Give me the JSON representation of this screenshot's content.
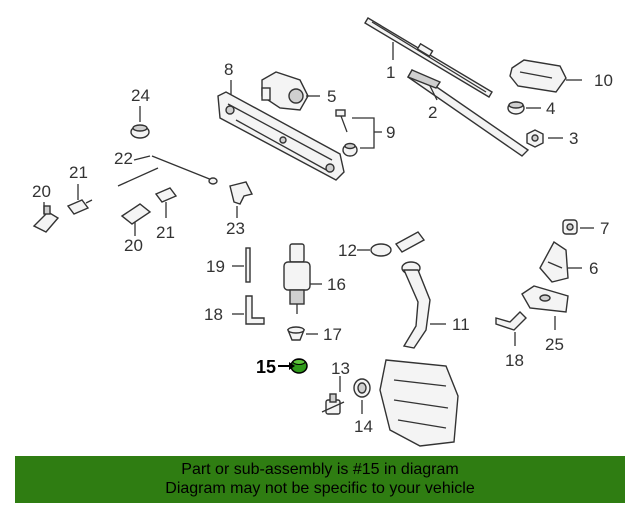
{
  "diagram": {
    "callouts": {
      "n1": "1",
      "n2": "2",
      "n3": "3",
      "n4": "4",
      "n5": "5",
      "n6": "6",
      "n7": "7",
      "n8": "8",
      "n9": "9",
      "n10": "10",
      "n11": "11",
      "n12": "12",
      "n13": "13",
      "n14": "14",
      "n15": "15",
      "n16": "16",
      "n17": "17",
      "n18a": "18",
      "n18b": "18",
      "n19": "19",
      "n20a": "20",
      "n20b": "20",
      "n21a": "21",
      "n21b": "21",
      "n22": "22",
      "n23": "23",
      "n24": "24",
      "n25": "25"
    },
    "highlight_color": "#2f9a1a"
  },
  "banner": {
    "line1": "Part or sub-assembly is #15 in diagram",
    "line2": "Diagram may not be specific to your vehicle",
    "background": "#2f7d12"
  }
}
